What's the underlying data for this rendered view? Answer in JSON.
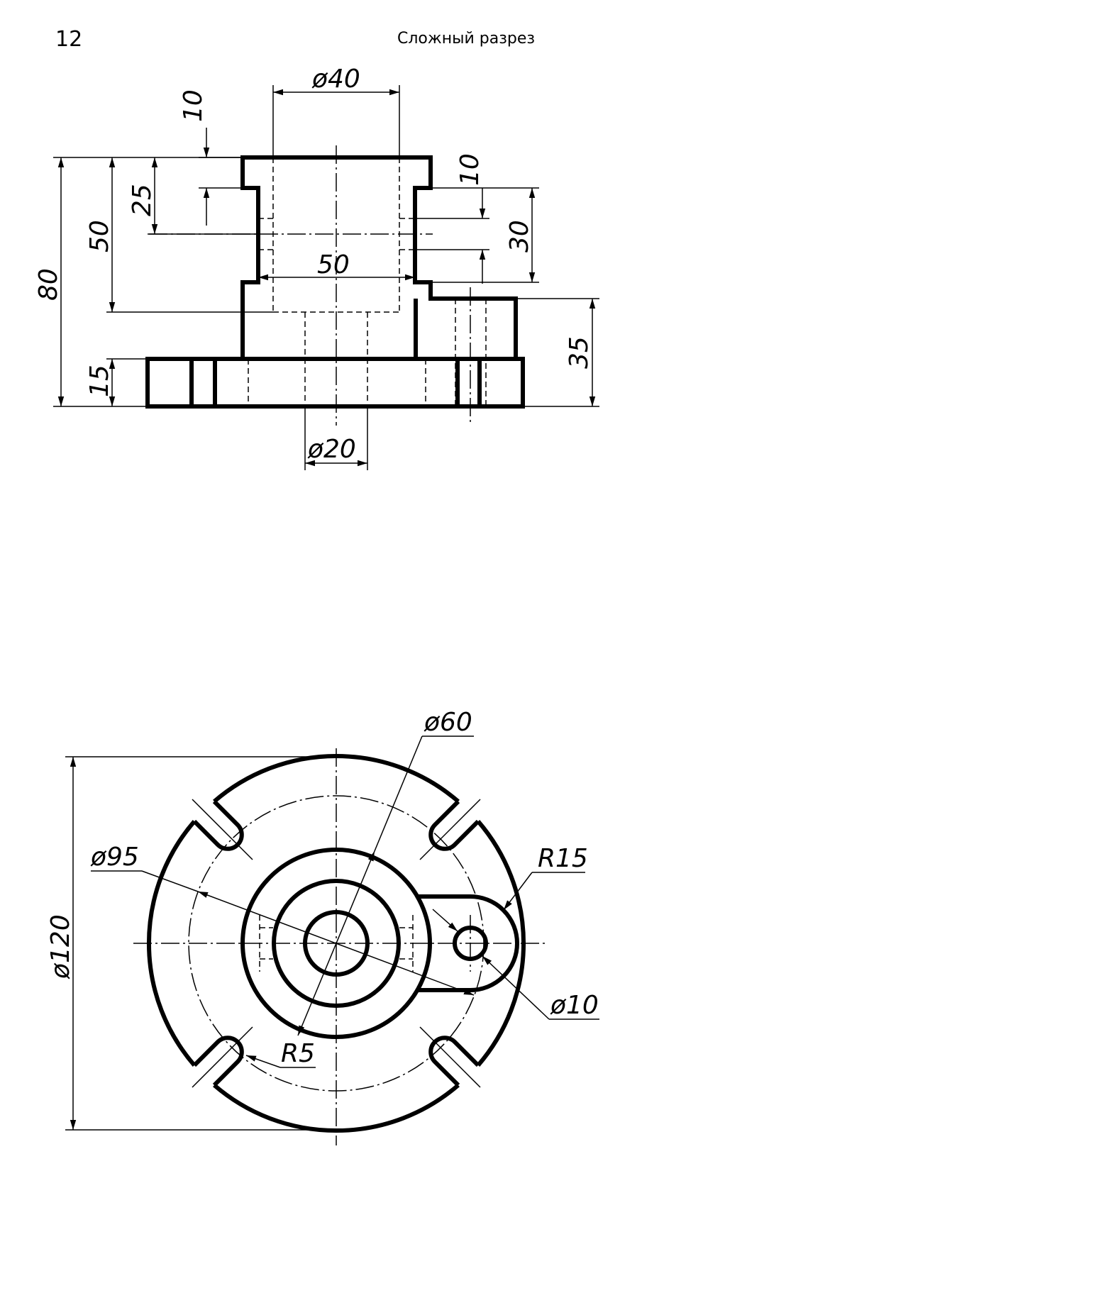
{
  "page_number": "12",
  "title": "Сложный разрез",
  "front_view": {
    "dimensions": {
      "d40": "ø40",
      "h10_top": "10",
      "h25": "25",
      "h50": "50",
      "h80": "80",
      "h15": "15",
      "w50": "50",
      "h10_right": "10",
      "h30": "30",
      "h35": "35",
      "d20": "ø20"
    }
  },
  "top_view": {
    "dimensions": {
      "d60": "ø60",
      "d95": "ø95",
      "d120": "ø120",
      "r15": "R15",
      "d10": "ø10",
      "r5": "R5"
    }
  }
}
